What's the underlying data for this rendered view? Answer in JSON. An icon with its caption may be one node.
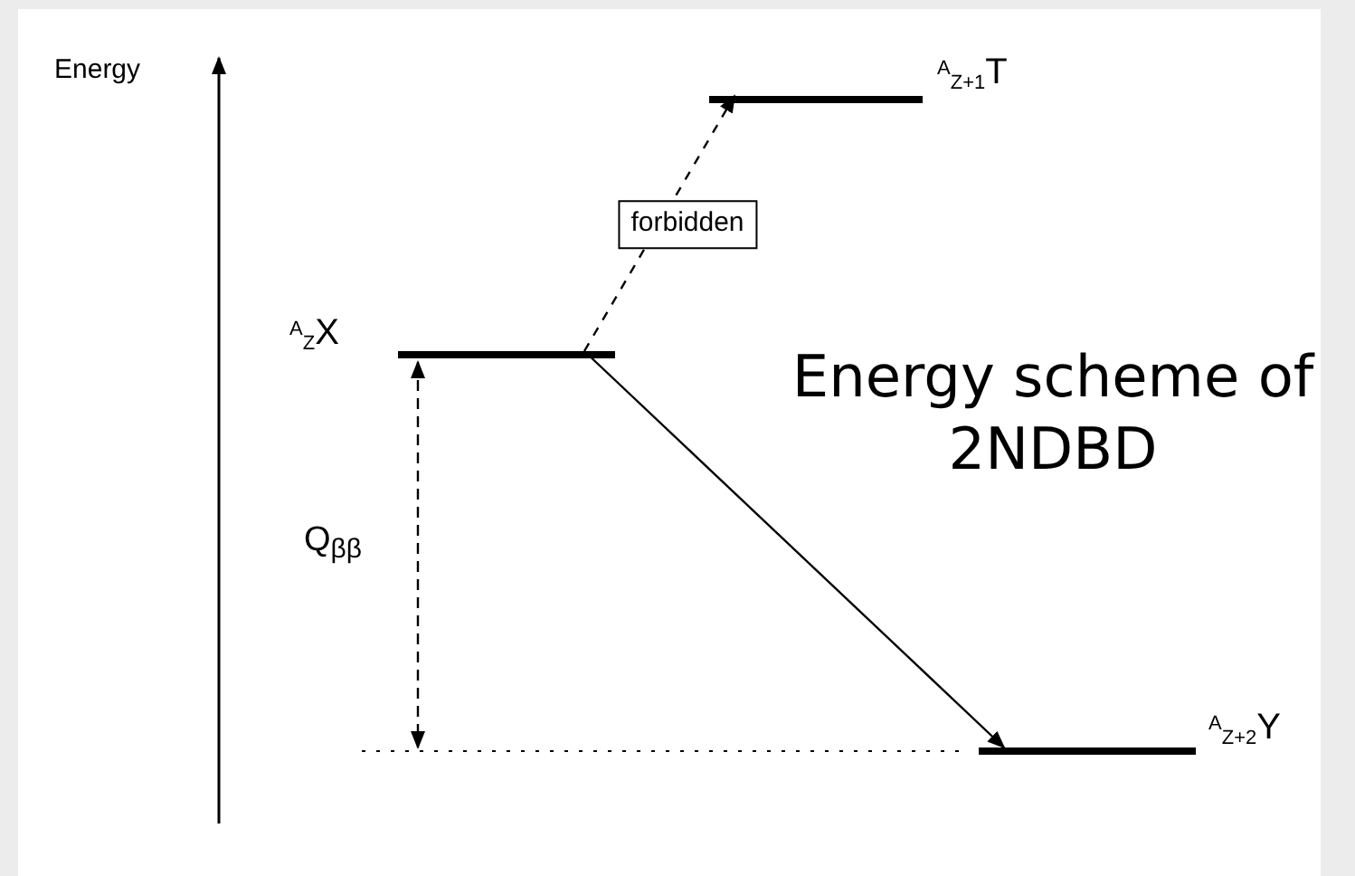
{
  "diagram": {
    "title": "Energy scheme of 2NDBD",
    "nodes": [
      {
        "text": [],
        "shape": "bar",
        "beside": [
          "$^{A}$$_{Z}$X"
        ]
      },
      {
        "text": [],
        "shape": "bar",
        "beside": [
          "$^{A}$$_{Z+1}$T"
        ]
      },
      {
        "text": [],
        "shape": "bar",
        "beside": [
          "$^{A}$$_{Z+2}$Y"
        ]
      }
    ],
    "edges": [
      {
        "from": 0,
        "to": 1,
        "arrow": "to",
        "label": "forbidden",
        "style": "dashed"
      },
      {
        "from": 0,
        "to": 2,
        "arrow": "to"
      }
    ],
    "labels": [
      "Energy",
      "Q$_{ββ}$"
    ]
  }
}
